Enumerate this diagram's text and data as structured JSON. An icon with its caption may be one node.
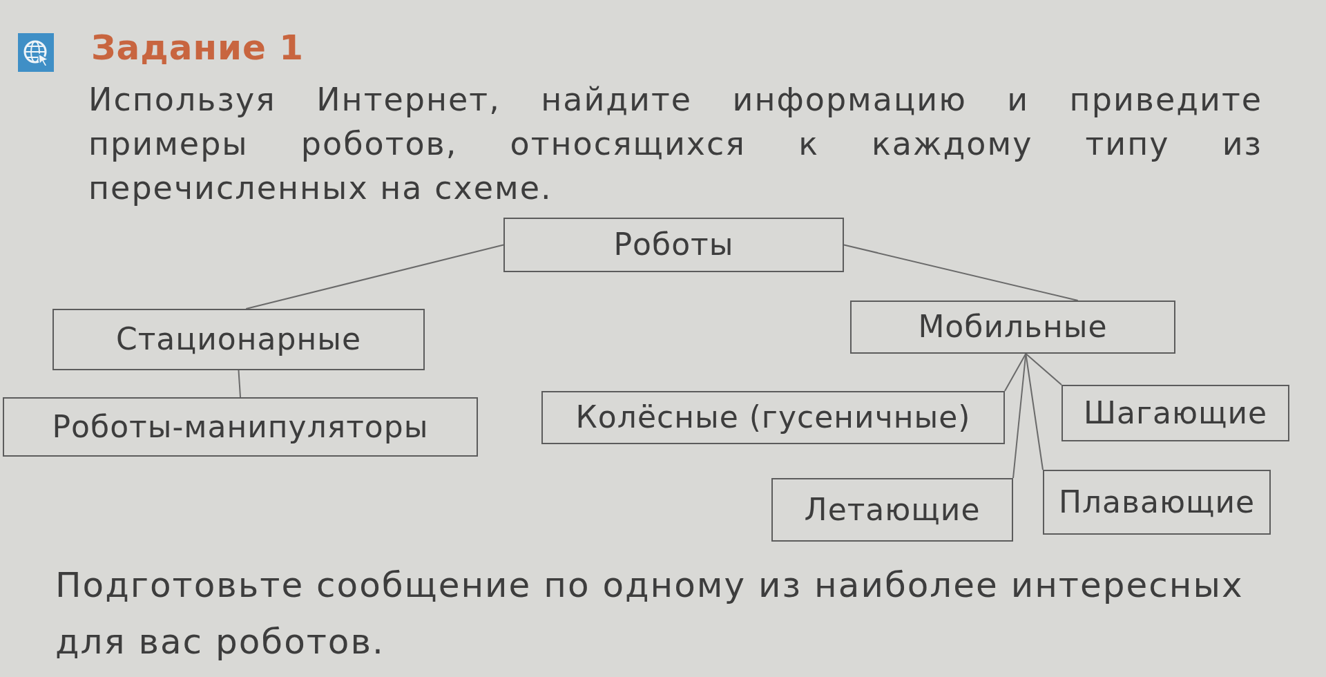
{
  "diagram": {
    "title": "Задание 1",
    "nodes": [
      {
        "text": [
          "Роботы"
        ]
      },
      {
        "text": [
          "Стационарные"
        ]
      },
      {
        "text": [
          "Мобильные"
        ]
      },
      {
        "text": [
          "Роботы-манипуляторы"
        ]
      },
      {
        "text": [
          "Колёсные (гусеничные)"
        ]
      },
      {
        "text": [
          "Шагающие"
        ]
      },
      {
        "text": [
          "Летающие"
        ]
      },
      {
        "text": [
          "Плавающие"
        ]
      }
    ],
    "edges": [
      {
        "from": 0,
        "to": 1,
        "arrow": "none"
      },
      {
        "from": 0,
        "to": 2,
        "arrow": "none"
      },
      {
        "from": 1,
        "to": 3,
        "arrow": "none"
      },
      {
        "from": 2,
        "to": 4,
        "arrow": "none"
      },
      {
        "from": 2,
        "to": 5,
        "arrow": "none"
      },
      {
        "from": 2,
        "to": 6,
        "arrow": "none"
      },
      {
        "from": 2,
        "to": 7,
        "arrow": "none"
      }
    ],
    "labels": [
      "Используя Интернет, найдите информацию и приведите примеры роботов, относящихся к каждому типу из перечисленных на схеме.",
      "Подготовьте сообщение по одному из наиболее интересных для вас роботов."
    ]
  }
}
